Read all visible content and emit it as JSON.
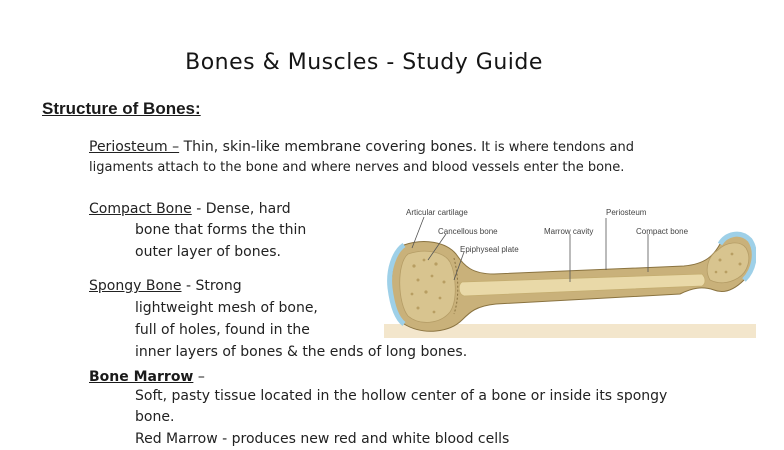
{
  "title": "Bones & Muscles - Study Guide",
  "section_heading": "Structure of Bones:",
  "periosteum": {
    "term": "Periosteum –",
    "line1_main": " Thin, skin-like membrane covering bones.",
    "line1_small": " It is where tendons and",
    "line2": "ligaments attach to the bone and where nerves and blood vessels enter the bone."
  },
  "compact_bone": {
    "term": "Compact Bone",
    "line1": " - Dense, hard",
    "line2": "bone that forms the thin",
    "line3": "outer layer of bones."
  },
  "spongy_bone": {
    "term": "Spongy Bone",
    "line1": " - Strong",
    "line2": "lightweight mesh of bone,",
    "line3": "full of holes, found in the",
    "line4": "inner layers of bones & the ends of long bones."
  },
  "bone_marrow": {
    "term": "Bone Marrow",
    "dash": " –",
    "line1": "Soft, pasty tissue located in the hollow center of a bone or inside its spongy",
    "line2": "bone."
  },
  "red_marrow_partial": "Red Marrow - produces new red and white blood cells",
  "diagram": {
    "labels": {
      "articular_cartilage": "Articular cartilage",
      "cancellous_bone": "Cancellous bone",
      "epiphyseal_plate": "Epiphyseal plate",
      "marrow_cavity": "Marrow cavity",
      "periosteum": "Periosteum",
      "compact_bone": "Compact bone"
    },
    "colors": {
      "bone": "#efe3bf",
      "cartilage": "#9ed0e8",
      "marrow": "#e9d9a8",
      "spongy": "#d8c48f",
      "compact": "#c9b17a"
    }
  }
}
